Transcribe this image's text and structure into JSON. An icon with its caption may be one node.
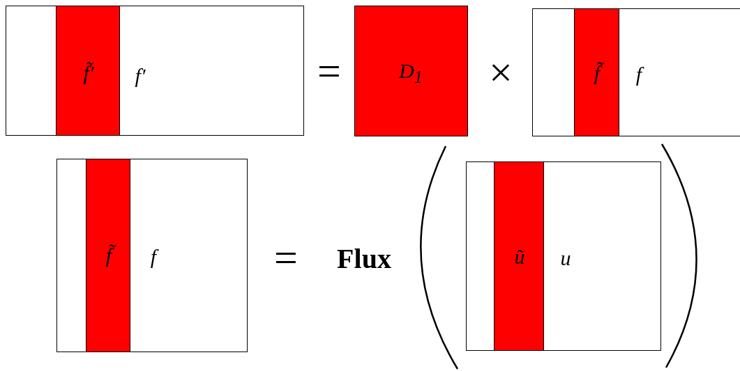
{
  "diagram": {
    "nodes": [
      {
        "text": [
          "f′"
        ]
      },
      {
        "text": [
          "f̃′"
        ],
        "in": 0
      },
      {
        "text": [
          "D$_{1}$"
        ]
      },
      {
        "text": [
          "f"
        ]
      },
      {
        "text": [
          "f̃"
        ],
        "in": 3
      },
      {
        "text": [
          "f"
        ]
      },
      {
        "text": [
          "f̃"
        ],
        "in": 5
      },
      {
        "text": [
          "u"
        ]
      },
      {
        "text": [
          "ũ"
        ],
        "in": 7
      }
    ],
    "labels": [
      "=",
      "×",
      "=",
      "Flux"
    ]
  }
}
